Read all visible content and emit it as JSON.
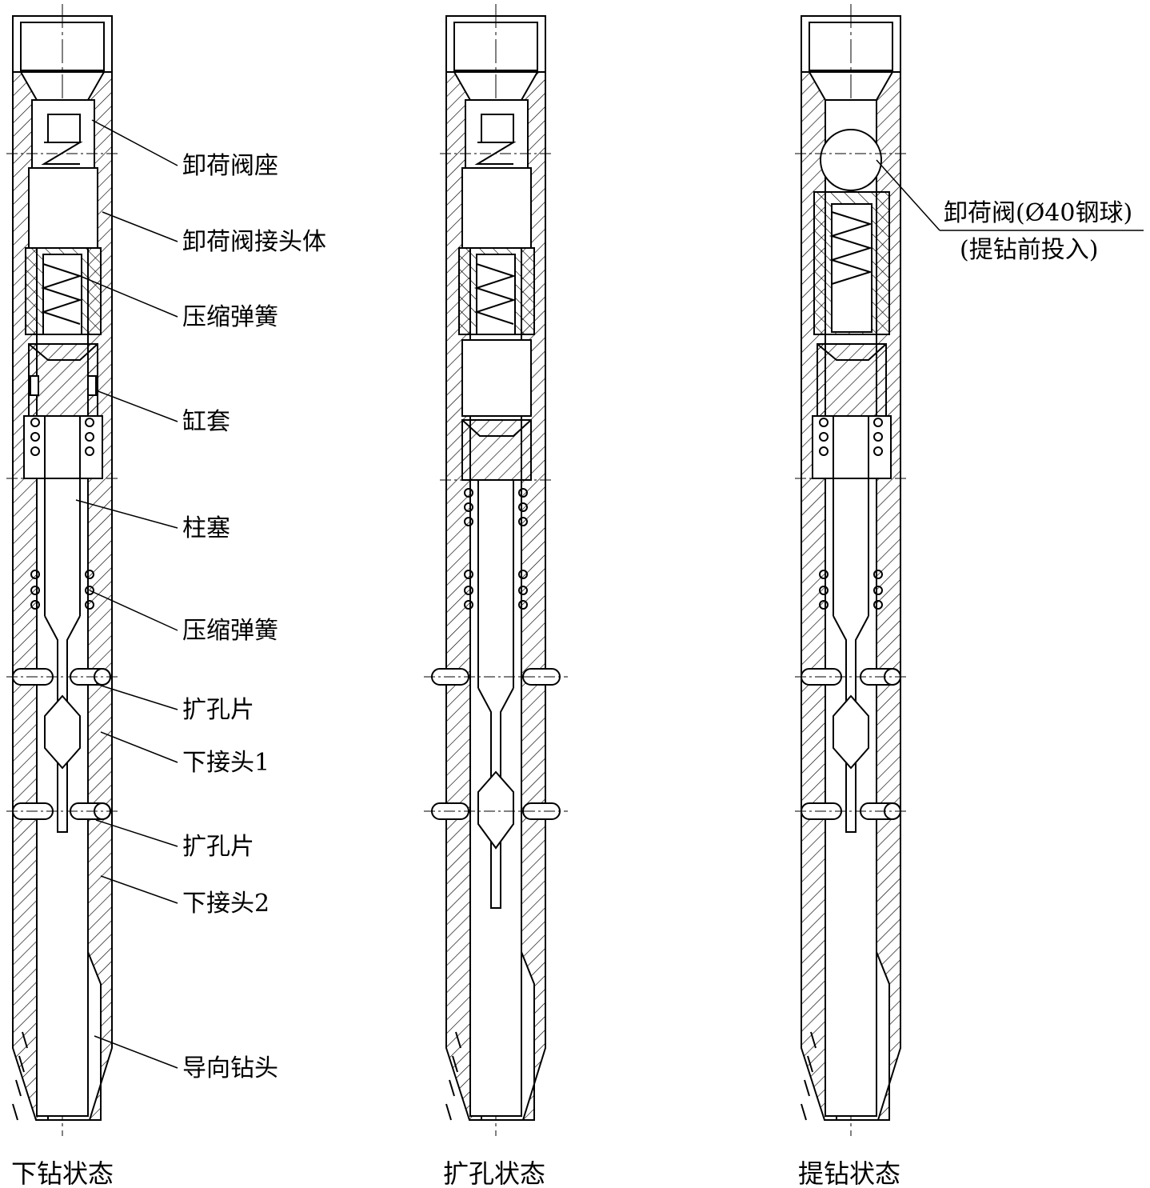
{
  "labels": {
    "unload_seat": "卸荷阀座",
    "unload_body": "卸荷阀接头体",
    "spring_1": "压缩弹簧",
    "cylinder": "缸套",
    "plunger": "柱塞",
    "spring_2": "压缩弹簧",
    "reamer_1": "扩孔片",
    "lower_sub_1": "下接头1",
    "reamer_2": "扩孔片",
    "lower_sub_2": "下接头2",
    "pilot_bit": "导向钻头",
    "ball_line1": "卸荷阀(Ø40钢球)",
    "ball_line2": "(提钻前投入)"
  },
  "captions": {
    "run_in": "下钻状态",
    "reaming": "扩孔状态",
    "pull_out": "提钻状态"
  },
  "colors": {
    "line": "#000000",
    "background": "#ffffff"
  }
}
